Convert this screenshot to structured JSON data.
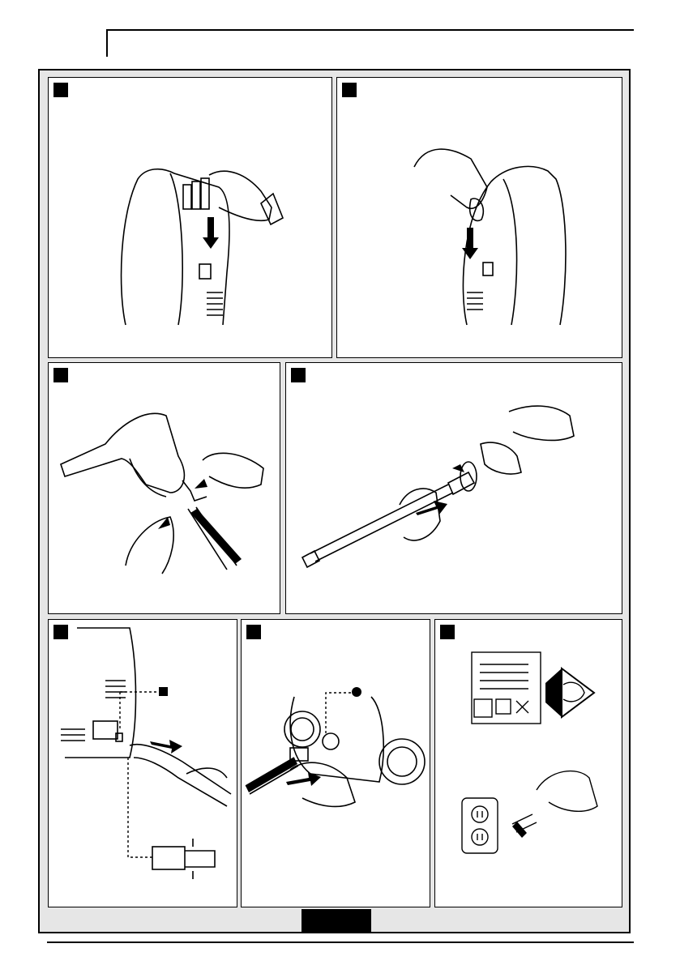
{
  "header": {},
  "panels": [
    {
      "id": "p1",
      "description": "hook-install"
    },
    {
      "id": "p2",
      "description": "clip-install"
    },
    {
      "id": "p3",
      "description": "lance-to-gun"
    },
    {
      "id": "p4",
      "description": "nozzle-to-lance"
    },
    {
      "id": "p5",
      "description": "hose-to-outlet"
    },
    {
      "id": "p6",
      "description": "water-inlet"
    },
    {
      "id": "p7",
      "description": "rating-plate-and-socket"
    }
  ],
  "colors": {
    "ink": "#000000",
    "frame_bg": "#e6e6e6",
    "panel_bg": "#ffffff"
  }
}
